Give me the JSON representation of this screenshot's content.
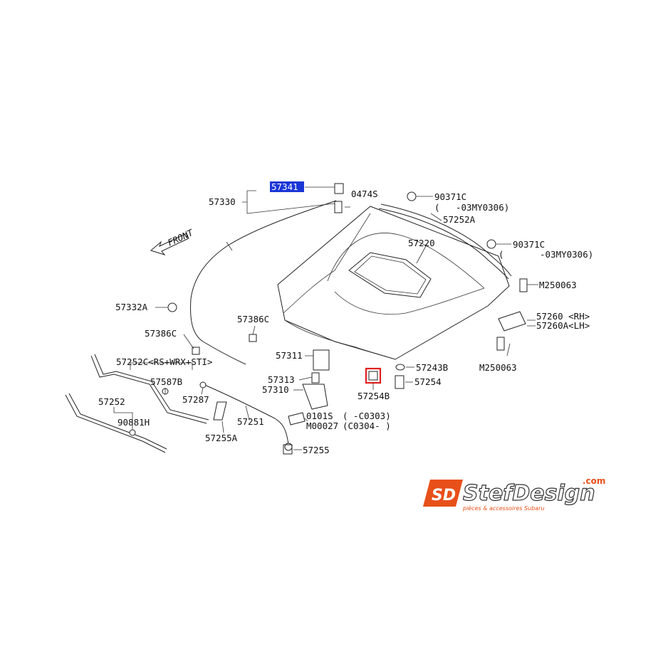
{
  "diagram": {
    "parts": {
      "p57341": "57341",
      "p0474S": "0474S",
      "p57330": "57330",
      "p90371C_1": "90371C",
      "p90371C_1_note_a": "(",
      "p90371C_1_note_b": "-03MY0306)",
      "p57252A": "57252A",
      "p57220": "57220",
      "p90371C_2": "90371C",
      "p90371C_2_note_a": "(",
      "p90371C_2_note_b": "-03MY0306)",
      "pM250063_1": "M250063",
      "p57332A": "57332A",
      "p57386C_1": "57386C",
      "p57386C_2": "57386C",
      "p57260RH": "57260 <RH>",
      "p57260ALH": "57260A<LH>",
      "p57252C": "57252C<RS+WRX+STI>",
      "p57311": "57311",
      "p57243B": "57243B",
      "pM250063_2": "M250063",
      "p57313": "57313",
      "p57254": "57254",
      "p57587B": "57587B",
      "p57310": "57310",
      "p57254B": "57254B",
      "p57287": "57287",
      "p57252": "57252",
      "p0101S": "0101S",
      "p0101S_note": "(      -C0303)",
      "p57251": "57251",
      "pM00027": "M00027",
      "pM00027_note": "(C0304-      )",
      "p90881H": "90881H",
      "p57255A": "57255A",
      "p57255": "57255"
    },
    "front_label": "FRONT"
  },
  "logo": {
    "word": "StefDesign",
    "suffix": ".com",
    "tagline": "pièces & accessoires Subaru",
    "monogram": "SD"
  },
  "colors": {
    "highlight_fill": "#1a35d6",
    "highlight_box": "#e0201e",
    "logo_orange": "#e8501a",
    "ink": "#111111"
  }
}
